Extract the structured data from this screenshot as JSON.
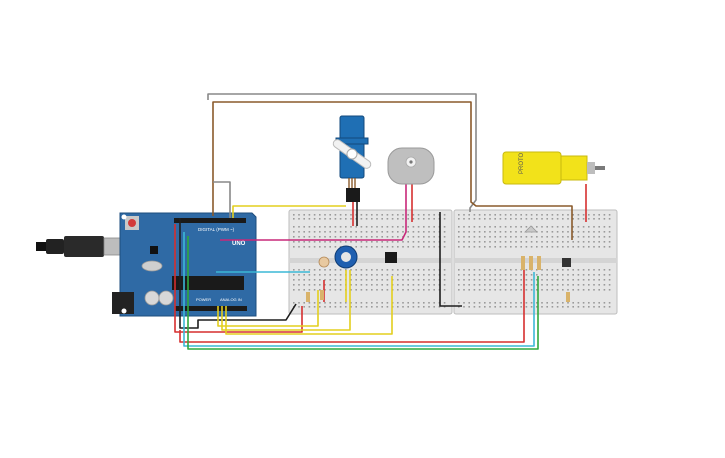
{
  "arduino": {
    "digital_label": "DIGITAL (PWM ~)",
    "brand_label": "UNO",
    "power_label": "POWER",
    "analog_label": "ANALOG IN"
  },
  "gear_motor": {
    "label": "PROTO"
  },
  "colors": {
    "board": "#2f6aa5",
    "breadboard": "#e6e6e6",
    "wire_red": "#d62f2f",
    "wire_black": "#1e1e1e",
    "wire_yellow": "#e3cf1e",
    "wire_brown": "#8a5a2b",
    "wire_gray": "#888888",
    "wire_magenta": "#c8287a",
    "wire_cyan": "#3cb8d6",
    "wire_green": "#2fa83e",
    "servo": "#1f6fb4",
    "gear_motor": "#f2e21a"
  }
}
